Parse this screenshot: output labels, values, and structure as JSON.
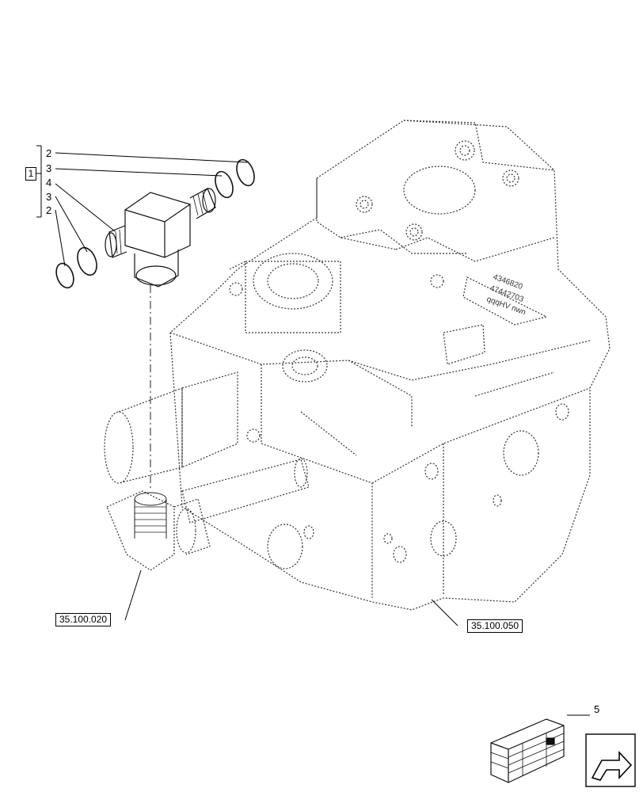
{
  "kit_label": "1",
  "callouts": [
    "2",
    "3",
    "4",
    "3",
    "2"
  ],
  "item_5": "5",
  "refs": {
    "left": "35.100.020",
    "right": "35.100.050"
  },
  "block_markings": [
    "4346820",
    "47442703",
    "qqqHV nwn"
  ]
}
